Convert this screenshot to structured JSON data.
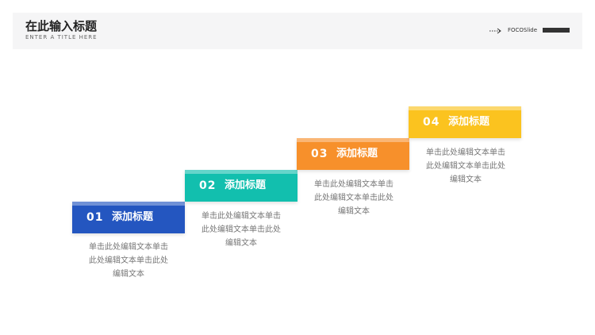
{
  "header": {
    "title": "在此输入标题",
    "subtitle": "ENTER A TITLE HERE",
    "brand": "FOCOSlide",
    "arrow_icon": "dotted-arrow-right-icon"
  },
  "colors": {
    "header_bg": "#f5f5f6",
    "step1": "#2456c0",
    "step2": "#12bfae",
    "step3": "#f7902b",
    "step4": "#fbc31f",
    "desc_text": "#777777"
  },
  "steps": [
    {
      "num": "01",
      "label": "添加标题",
      "desc": "单击此处编辑文本单击此处编辑文本单击此处编辑文本"
    },
    {
      "num": "02",
      "label": "添加标题",
      "desc": "单击此处编辑文本单击此处编辑文本单击此处编辑文本"
    },
    {
      "num": "03",
      "label": "添加标题",
      "desc": "单击此处编辑文本单击此处编辑文本单击此处编辑文本"
    },
    {
      "num": "04",
      "label": "添加标题",
      "desc": "单击此处编辑文本单击此处编辑文本单击此处编辑文本"
    }
  ]
}
